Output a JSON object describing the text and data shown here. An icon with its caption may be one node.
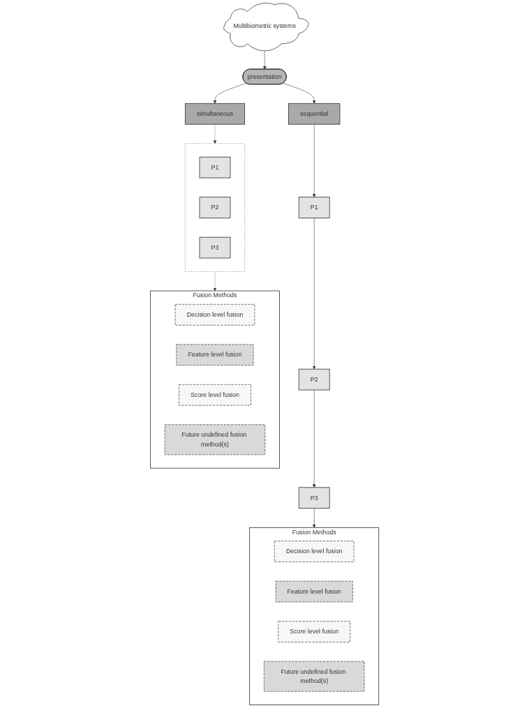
{
  "diagram": {
    "nodes": [
      {
        "text": [
          "Multibiometric systems"
        ]
      },
      {
        "text": [
          "presentation"
        ]
      },
      {
        "text": [
          "simultaneous"
        ]
      },
      {
        "text": [
          "sequential"
        ]
      },
      {
        "text": [],
        "shape": "brace"
      },
      {
        "text": [
          "P1"
        ],
        "in": 4
      },
      {
        "text": [
          "P2"
        ],
        "in": 4
      },
      {
        "text": [
          "P3"
        ],
        "in": 4
      },
      {
        "text": [
          "P1"
        ]
      },
      {
        "text": [
          "P2"
        ]
      },
      {
        "text": [
          "P3"
        ]
      },
      {
        "text": [
          "Fusion Methods"
        ]
      },
      {
        "text": [
          "Decision level fusion"
        ],
        "in": 11
      },
      {
        "text": [
          "Feature level fusion"
        ],
        "in": 11
      },
      {
        "text": [
          "Score level fusion"
        ],
        "in": 11
      },
      {
        "text": [
          "Future undefined fusion method(s)"
        ],
        "in": 11
      },
      {
        "text": [
          "Fusion Methods"
        ]
      },
      {
        "text": [
          "Decision level fusion"
        ],
        "in": 16
      },
      {
        "text": [
          "Feature level fusion"
        ],
        "in": 16
      },
      {
        "text": [
          "Score level fusion"
        ],
        "in": 16
      },
      {
        "text": [
          "Future undefined fusion method(s)"
        ],
        "in": 16
      }
    ],
    "edges": [
      {
        "from": 0,
        "to": 1,
        "arrow": "to"
      },
      {
        "from": 1,
        "to": 2,
        "arrow": "to"
      },
      {
        "from": 1,
        "to": 3,
        "arrow": "to"
      },
      {
        "from": 2,
        "to": 4,
        "arrow": "to",
        "style": "dashed"
      },
      {
        "from": 4,
        "to": 11,
        "arrow": "to",
        "style": "dashed"
      },
      {
        "from": 3,
        "to": 8,
        "arrow": "to"
      },
      {
        "from": 8,
        "to": 9,
        "arrow": "to"
      },
      {
        "from": 9,
        "to": 10,
        "arrow": "to"
      },
      {
        "from": 10,
        "to": 16,
        "arrow": "to"
      }
    ]
  }
}
